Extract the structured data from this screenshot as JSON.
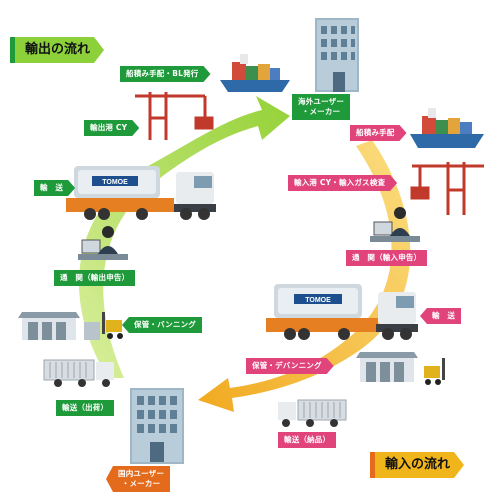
{
  "titles": {
    "export_flow": "輸出の流れ",
    "import_flow": "輸入の流れ"
  },
  "labels": {
    "ship_bl": "船積み手配・BL発行",
    "export_port_cy": "輸出港 CY",
    "transport_export": "輸　送",
    "customs_export": "通　関（輸出申告）",
    "storage_vanning": "保管・バンニング",
    "transport_shipping": "輸送（出荷）",
    "overseas_user": "海外ユーザー\n・メーカー",
    "ship_arrangement": "船積み手配",
    "import_port_cy": "輸入港 CY・輸入ガス検査",
    "customs_import": "通　関（輸入申告）",
    "transport_import": "輸　送",
    "storage_devanning": "保管・デバンニング",
    "transport_delivery": "輸送（納品）",
    "domestic_user": "国内ユーザー\n・メーカー"
  },
  "tank_logo": "TOMOE",
  "colors": {
    "export_green": "#1f9a3a",
    "import_pink": "#e0447a",
    "domestic_orange": "#e46a1c",
    "export_arrow": "#a6d63c",
    "import_arrow": "#f3b21c",
    "export_title_bg": "#8cd13a",
    "import_title_bg": "#f0b51a"
  },
  "icons": [
    "building-icon",
    "cargo-ship-icon",
    "gantry-crane-icon",
    "tank-truck-icon",
    "office-worker-icon",
    "warehouse-icon",
    "forklift-icon",
    "gas-trailer-icon"
  ]
}
